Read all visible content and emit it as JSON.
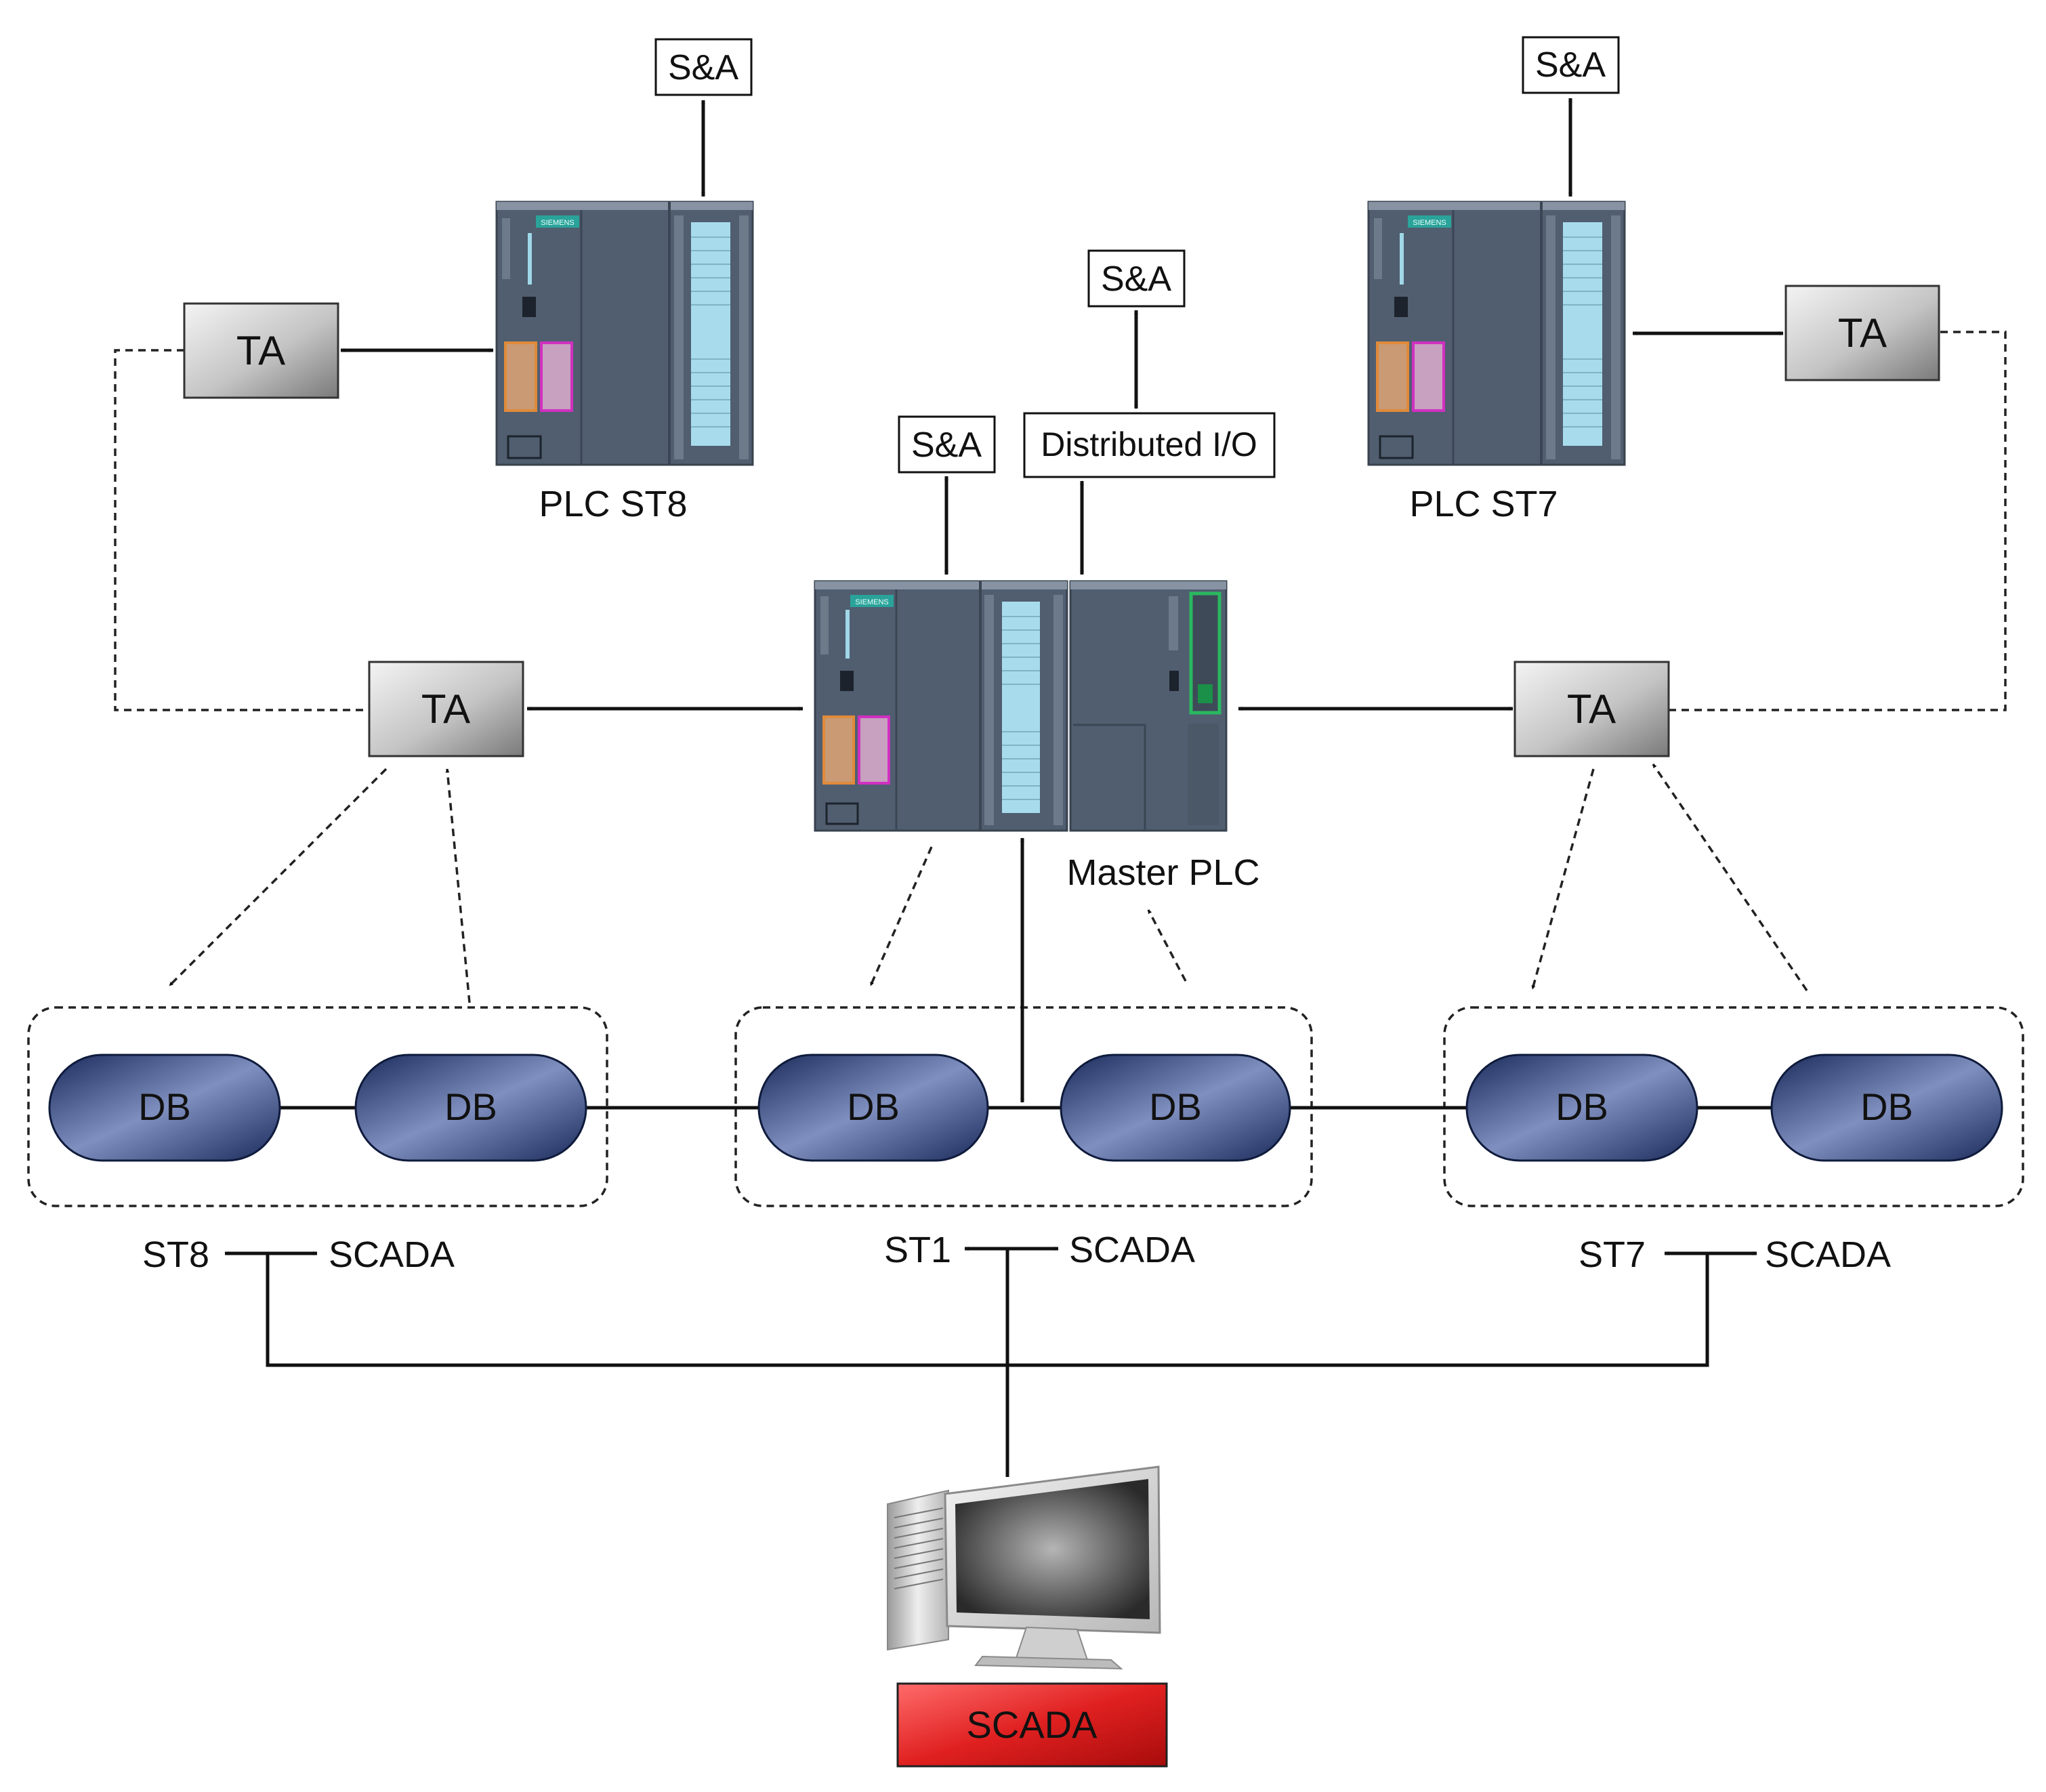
{
  "sa_label": "S&A",
  "ta_label": "TA",
  "db_label": "DB",
  "distributed_io_label": "Distributed I/O",
  "plc_st8_label": "PLC ST8",
  "plc_st7_label": "PLC ST7",
  "master_plc_label": "Master PLC",
  "plc_brand": "SIEMENS",
  "stations": [
    {
      "station": "ST8",
      "scada": "SCADA"
    },
    {
      "station": "ST1",
      "scada": "SCADA"
    },
    {
      "station": "ST7",
      "scada": "SCADA"
    }
  ],
  "scada_box_label": "SCADA",
  "colors": {
    "db_dark": "#1a2a5a",
    "db_light": "#7f8fbf",
    "scada_red": "#e02020",
    "plc_body": "#505e70",
    "plc_screen": "#a8dcec"
  }
}
